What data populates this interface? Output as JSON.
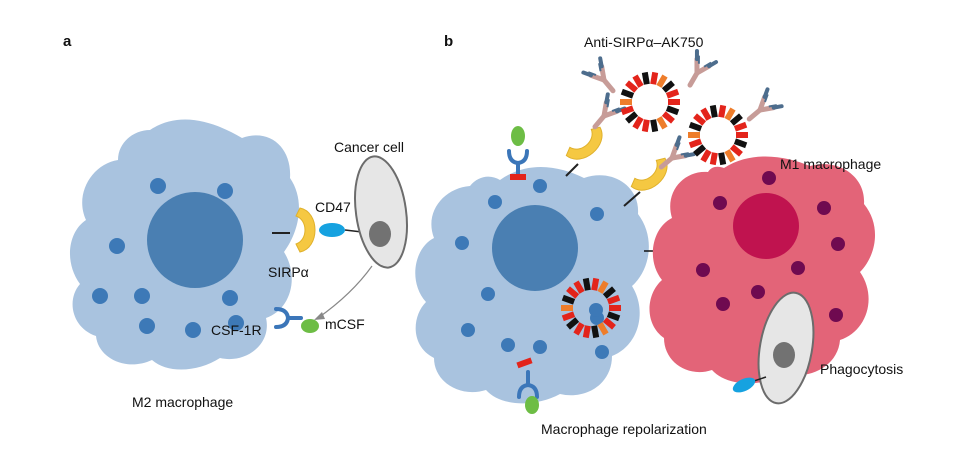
{
  "panels": {
    "a": {
      "letter": "a",
      "labels": {
        "cancer_cell": "Cancer cell",
        "cd47": "CD47",
        "sirpa": "SIRPα",
        "csf1r": "CSF-1R",
        "mcsf": "mCSF",
        "m2": "M2 macrophage"
      }
    },
    "b": {
      "letter": "b",
      "labels": {
        "nanoparticle": "Anti-SIRPα–AK750",
        "m1": "M1 macrophage",
        "phagocytosis": "Phagocytosis",
        "repolarization": "Macrophage repolarization"
      }
    }
  },
  "colors": {
    "macrophage_m2": "#a9c3df",
    "nucleus_m2": "#4a7fb2",
    "granule_m2": "#3d79b7",
    "macrophage_m1": "#e36478",
    "nucleus_m1": "#c0134f",
    "granule_m1": "#6f0a50",
    "sirpa_receptor": "#f5c842",
    "cd47": "#16a2e0",
    "csf1r_receptor": "#3b76b9",
    "mcsf": "#6dbd45",
    "cancer_cell": "#e6e6e6",
    "cancer_nucleus": "#727272",
    "block_red": "#e3241b",
    "block_black": "#111111",
    "block_orange": "#ee7d2b",
    "antibody_body": "#c79c98",
    "antibody_tip": "#4d6d8d"
  },
  "icons": [
    "sirpa-receptor-icon",
    "cd47-icon",
    "csf1r-receptor-icon",
    "mcsf-icon",
    "antibody-icon",
    "nanoparticle-icon",
    "arrow-icon"
  ]
}
